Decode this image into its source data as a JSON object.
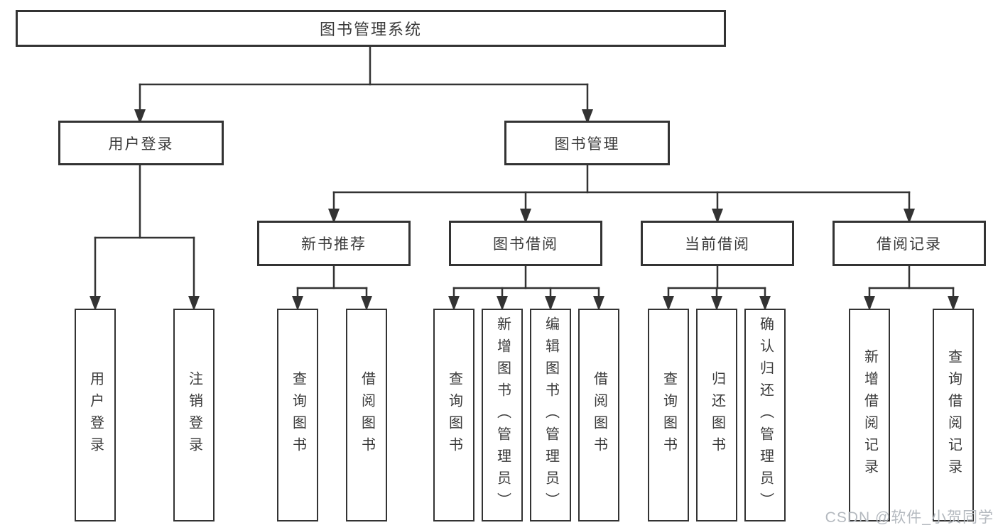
{
  "diagram": {
    "title": "图书管理系统",
    "tree": {
      "label": "图书管理系统",
      "children": [
        {
          "label": "用户登录",
          "children": [
            {
              "label": "用户登录"
            },
            {
              "label": "注销登录"
            }
          ]
        },
        {
          "label": "图书管理",
          "children": [
            {
              "label": "新书推荐",
              "children": [
                {
                  "label": "查询图书"
                },
                {
                  "label": "借阅图书"
                }
              ]
            },
            {
              "label": "图书借阅",
              "children": [
                {
                  "label": "查询图书"
                },
                {
                  "label": "新增图书（管理员）"
                },
                {
                  "label": "编辑图书（管理员）"
                },
                {
                  "label": "借阅图书"
                }
              ]
            },
            {
              "label": "当前借阅",
              "children": [
                {
                  "label": "查询图书"
                },
                {
                  "label": "归还图书"
                },
                {
                  "label": "确认归还（管理员）"
                }
              ]
            },
            {
              "label": "借阅记录",
              "children": [
                {
                  "label": "新增借阅记录"
                },
                {
                  "label": "查询借阅记录"
                }
              ]
            }
          ]
        }
      ]
    },
    "colors": {
      "line": "#333333",
      "text": "#3a3a3a",
      "background": "#ffffff",
      "watermark": "#b4b9bf"
    }
  },
  "watermark": {
    "text": "CSDN @软件_小贺同学"
  }
}
